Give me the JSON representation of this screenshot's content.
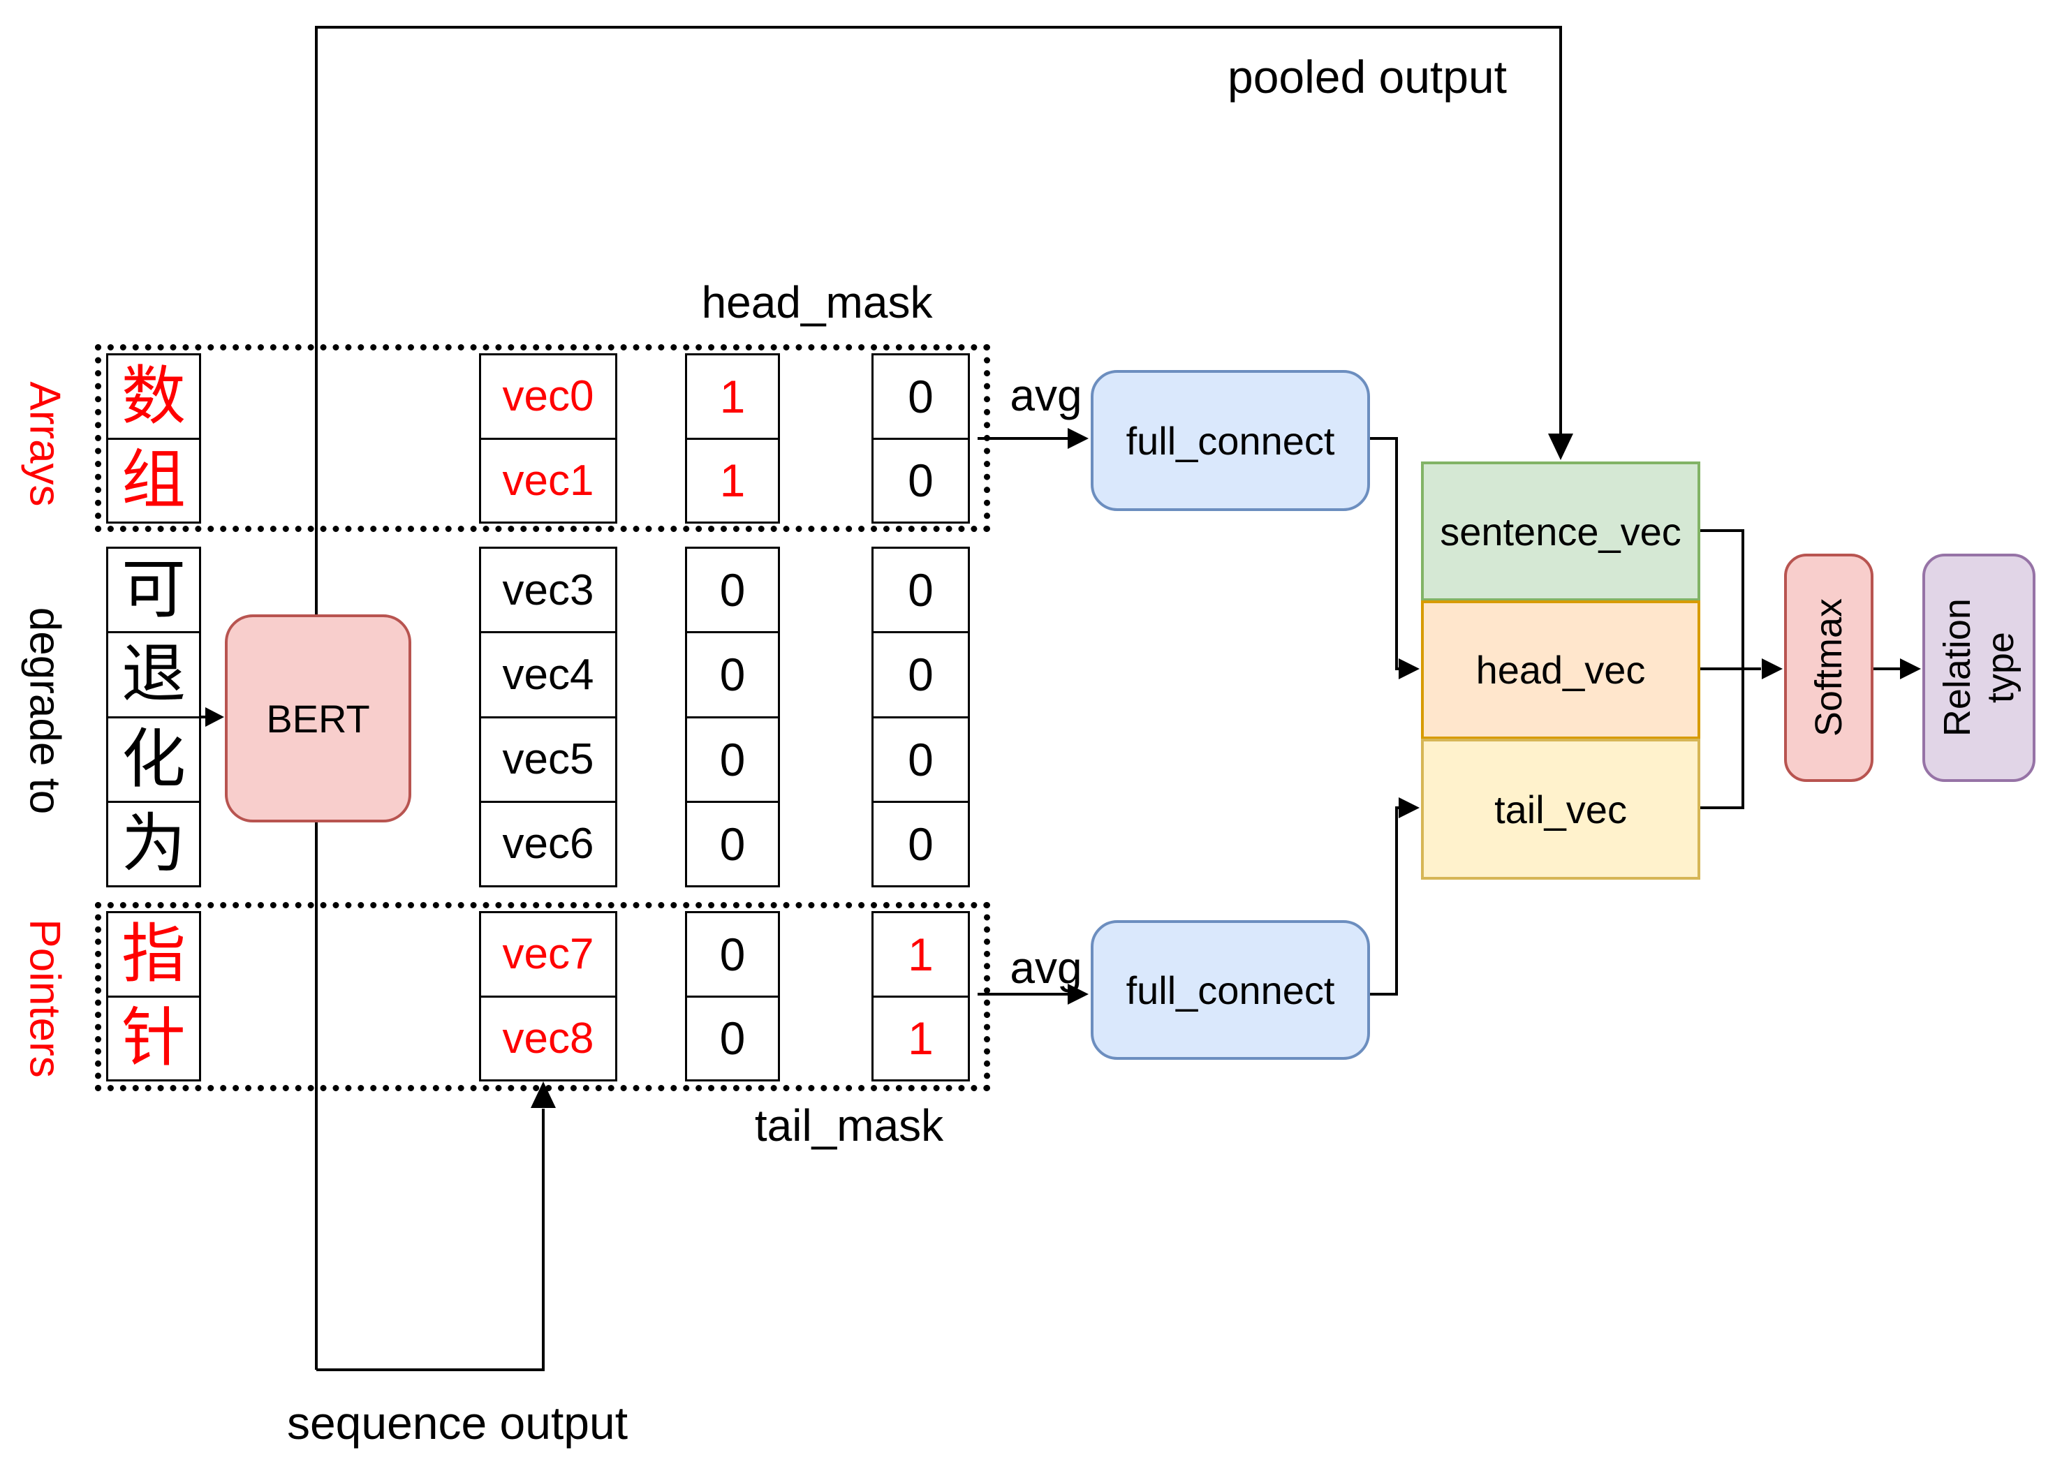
{
  "diagram": {
    "labels": {
      "pooled_output": "pooled output",
      "sequence_output": "sequence output",
      "head_mask": "head_mask",
      "tail_mask": "tail_mask",
      "avg_head": "avg",
      "avg_tail": "avg"
    },
    "side_labels": {
      "arrays": "Arrays",
      "degrade_to": "degrade to",
      "pointers": "Pointers"
    },
    "tokens": [
      {
        "char": "数",
        "red": true
      },
      {
        "char": "组",
        "red": true
      },
      {
        "char": "可",
        "red": false
      },
      {
        "char": "退",
        "red": false
      },
      {
        "char": "化",
        "red": false
      },
      {
        "char": "为",
        "red": false
      },
      {
        "char": "指",
        "red": true
      },
      {
        "char": "针",
        "red": true
      }
    ],
    "vectors": [
      {
        "label": "vec0",
        "red": true
      },
      {
        "label": "vec1",
        "red": true
      },
      {
        "label": "vec3",
        "red": false
      },
      {
        "label": "vec4",
        "red": false
      },
      {
        "label": "vec5",
        "red": false
      },
      {
        "label": "vec6",
        "red": false
      },
      {
        "label": "vec7",
        "red": true
      },
      {
        "label": "vec8",
        "red": true
      }
    ],
    "head_mask_values": [
      {
        "value": "1",
        "red": true
      },
      {
        "value": "1",
        "red": true
      },
      {
        "value": "0",
        "red": false
      },
      {
        "value": "0",
        "red": false
      },
      {
        "value": "0",
        "red": false
      },
      {
        "value": "0",
        "red": false
      },
      {
        "value": "0",
        "red": false
      },
      {
        "value": "0",
        "red": false
      }
    ],
    "tail_mask_values": [
      {
        "value": "0",
        "red": false
      },
      {
        "value": "0",
        "red": false
      },
      {
        "value": "0",
        "red": false
      },
      {
        "value": "0",
        "red": false
      },
      {
        "value": "0",
        "red": false
      },
      {
        "value": "0",
        "red": false
      },
      {
        "value": "1",
        "red": true
      },
      {
        "value": "1",
        "red": true
      }
    ],
    "nodes": {
      "bert": "BERT",
      "full_connect_head": "full_connect",
      "full_connect_tail": "full_connect",
      "sentence_vec": "sentence_vec",
      "head_vec": "head_vec",
      "tail_vec": "tail_vec",
      "softmax": "Softmax",
      "relation_line1": "Relation",
      "relation_line2": "type"
    },
    "colors": {
      "red_text": "#ff0000",
      "bert_fill": "#f8cecc",
      "bert_stroke": "#b85450",
      "full_connect_fill": "#dae8fc",
      "full_connect_stroke": "#6c8ebf",
      "sentence_vec_fill": "#d5e8d4",
      "sentence_vec_stroke": "#82b366",
      "head_vec_fill": "#ffe6cc",
      "head_vec_stroke": "#d79b00",
      "tail_vec_fill": "#fff2cc",
      "tail_vec_stroke": "#d6b656",
      "softmax_fill": "#f8cecc",
      "softmax_stroke": "#b85450",
      "relation_fill": "#e1d5e7",
      "relation_stroke": "#9673a6",
      "wire": "#000000"
    }
  }
}
